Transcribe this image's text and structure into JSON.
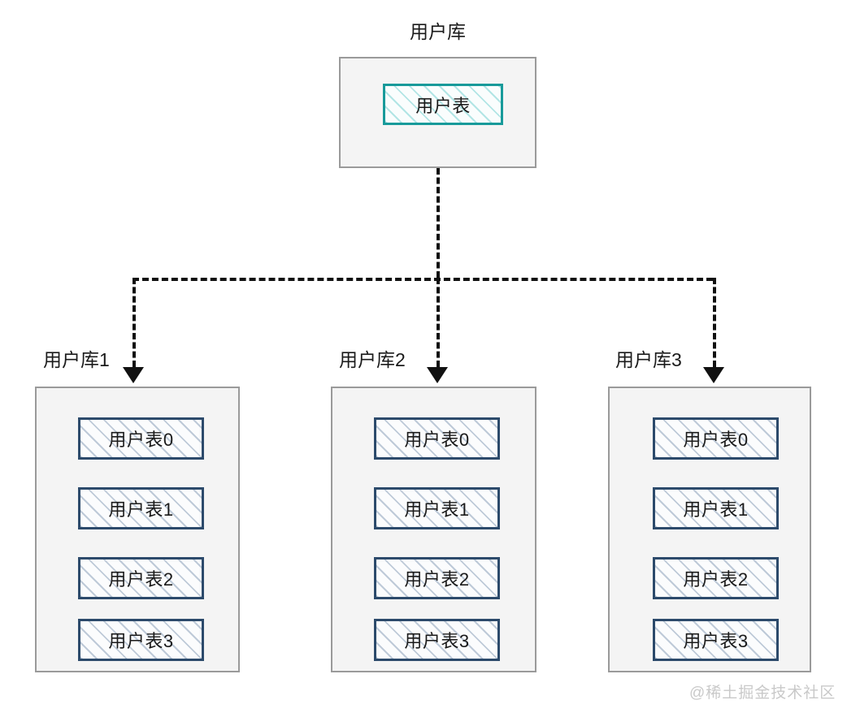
{
  "diagram": {
    "title": "用户库",
    "master": {
      "label": "用户库",
      "table": "用户表"
    },
    "shards": [
      {
        "label": "用户库1",
        "tables": [
          "用户表0",
          "用户表1",
          "用户表2",
          "用户表3"
        ]
      },
      {
        "label": "用户库2",
        "tables": [
          "用户表0",
          "用户表1",
          "用户表2",
          "用户表3"
        ]
      },
      {
        "label": "用户库3",
        "tables": [
          "用户表0",
          "用户表1",
          "用户表2",
          "用户表3"
        ]
      }
    ],
    "watermark": "@稀土掘金技术社区",
    "colors": {
      "container_border": "#9a9a9a",
      "container_fill": "#f4f4f4",
      "master_table_border": "#189a9a",
      "shard_table_border": "#2c4a6b",
      "connector": "#111111",
      "watermark": "#c9c9c9"
    }
  }
}
